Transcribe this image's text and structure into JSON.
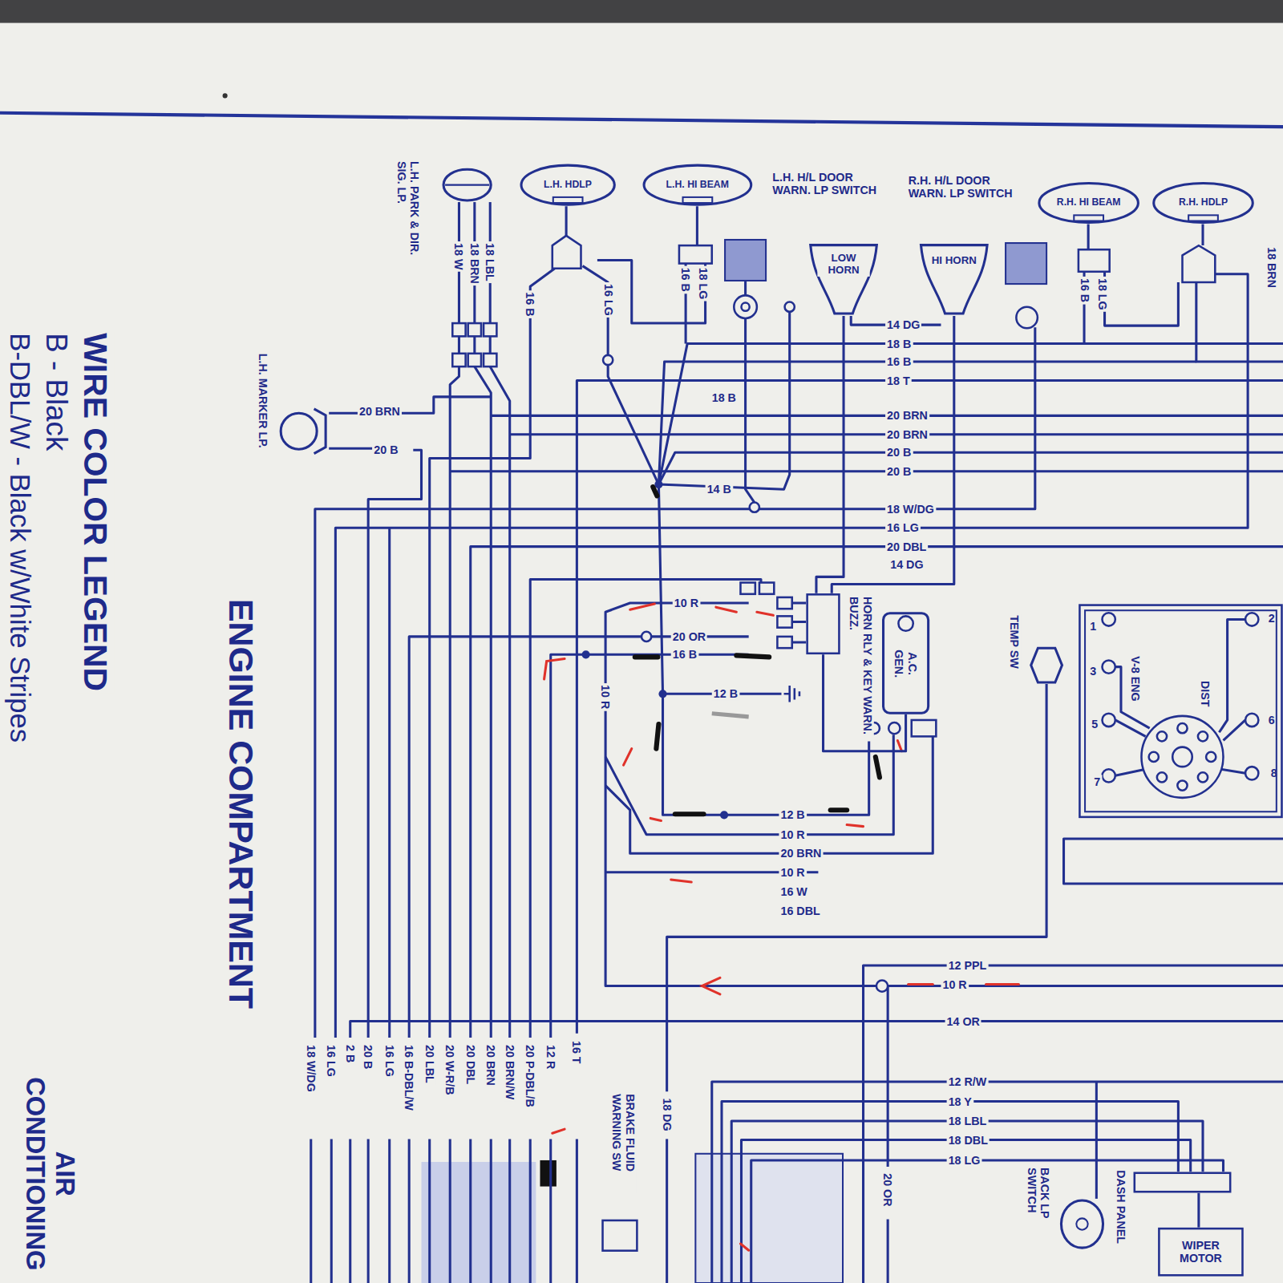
{
  "diagram": {
    "nodes": [
      {
        "text": [
          "L.H. PARK & DIR. SIG. LP."
        ]
      },
      {
        "text": [
          "L.H. HDLP"
        ]
      },
      {
        "text": [
          "L.H. HI BEAM"
        ]
      },
      {
        "text": [
          "L.H. H/L DOOR WARN. LP SWITCH"
        ]
      },
      {
        "text": [
          "LOW HORN"
        ]
      },
      {
        "text": [
          "HI HORN"
        ]
      },
      {
        "text": [
          "R.H. H/L DOOR WARN. LP SWITCH"
        ]
      },
      {
        "text": [
          "R.H. HI BEAM"
        ]
      },
      {
        "text": [
          "R.H. HDLP"
        ]
      },
      {
        "text": [
          "L.H. MARKER LP."
        ]
      },
      {
        "text": [
          "HORN RLY & KEY WARN. BUZZ."
        ]
      },
      {
        "text": [
          "A.C. GEN."
        ]
      },
      {
        "text": [
          "TEMP SW"
        ]
      },
      {
        "text": [
          "V-8 ENG",
          "DIST"
        ]
      },
      {
        "text": [
          "BRAKE FLUID WARNING SW"
        ]
      },
      {
        "text": [
          "BACK LP SWITCH"
        ]
      },
      {
        "text": [
          "DASH PANEL"
        ]
      },
      {
        "text": [
          "WIPER MOTOR"
        ]
      }
    ],
    "edges": [
      {
        "from": 10,
        "to": 4,
        "arrow": "none"
      },
      {
        "from": 10,
        "to": 5,
        "arrow": "none"
      },
      {
        "from": 11,
        "to": 10,
        "arrow": "none"
      }
    ],
    "labels": [
      "WIRE COLOR LEGEND",
      "B - Black",
      "B-DBL/W - Black w/White Stripes",
      "ENGINE COMPARTMENT",
      "AIR CONDITIONING",
      "18 LBL",
      "18 BRN",
      "18 W",
      "16 B",
      "16 LG",
      "16 B",
      "18 LG",
      "18 LG",
      "16 B",
      "18 BRN",
      "14 DG",
      "18 B",
      "16 B",
      "18 T",
      "20 BRN",
      "20 BRN",
      "20 B",
      "20 B",
      "18 W/DG",
      "16 LG",
      "20 DBL",
      "14 DG",
      "18 B",
      "14 B",
      "20 BRN",
      "20 B",
      "10 R",
      "20 OR",
      "16 B",
      "10 R",
      "12 B",
      "12 B",
      "10 R",
      "20 BRN",
      "10 R",
      "16 W",
      "16 DBL",
      "12 PPL",
      "10 R",
      "14 OR",
      "12 R/W",
      "18 Y",
      "18 LBL",
      "18 DBL",
      "18 LG",
      "18 W/DG",
      "16 LG",
      "2 B",
      "20 B",
      "16 LG",
      "16 B-DBL/W",
      "20 LBL",
      "20 W-R/B",
      "20 DBL",
      "20 BRN",
      "20 BRN/W",
      "20 P-DBL/B",
      "12 R",
      "16 T",
      "18 DG",
      "20 OR",
      "1",
      "3",
      "5",
      "7",
      "2",
      "6",
      "8"
    ]
  }
}
